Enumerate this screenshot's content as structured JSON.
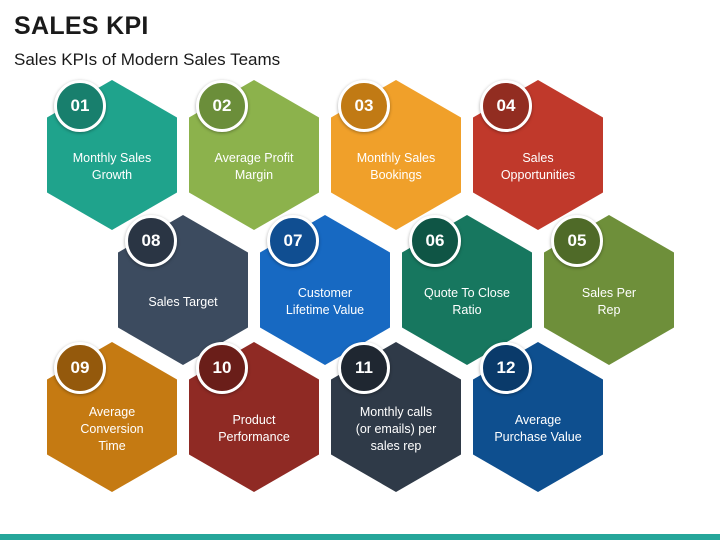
{
  "header": {
    "title": "SALES KPI",
    "subtitle": "Sales KPIs of Modern Sales Teams"
  },
  "kpis": [
    {
      "number": "01",
      "label": "Monthly Sales\nGrowth",
      "color": "#1fa38c",
      "badge_color": "#187f6d"
    },
    {
      "number": "02",
      "label": "Average Profit\nMargin",
      "color": "#8cb24c",
      "badge_color": "#6b8e3a"
    },
    {
      "number": "03",
      "label": "Monthly Sales\nBookings",
      "color": "#f0a02a",
      "badge_color": "#c17a14"
    },
    {
      "number": "04",
      "label": "Sales\nOpportunities",
      "color": "#c0392b",
      "badge_color": "#922d21"
    },
    {
      "number": "05",
      "label": "Sales Per\nRep",
      "color": "#6e8f3a",
      "badge_color": "#4f6a28"
    },
    {
      "number": "06",
      "label": "Quote To Close\nRatio",
      "color": "#17775f",
      "badge_color": "#0f5545"
    },
    {
      "number": "07",
      "label": "Customer\nLifetime Value",
      "color": "#1769c2",
      "badge_color": "#104e91"
    },
    {
      "number": "08",
      "label": "Sales Target",
      "color": "#3c4b5f",
      "badge_color": "#2a3544"
    },
    {
      "number": "09",
      "label": "Average\nConversion\nTime",
      "color": "#c57a12",
      "badge_color": "#94590c"
    },
    {
      "number": "10",
      "label": "Product\nPerformance",
      "color": "#8f2a24",
      "badge_color": "#6a1e19"
    },
    {
      "number": "11",
      "label": "Monthly calls\n(or emails) per\nsales rep",
      "color": "#2f3a48",
      "badge_color": "#1f2731"
    },
    {
      "number": "12",
      "label": "Average\nPurchase Value",
      "color": "#0e4f8f",
      "badge_color": "#0a3a6a"
    }
  ]
}
